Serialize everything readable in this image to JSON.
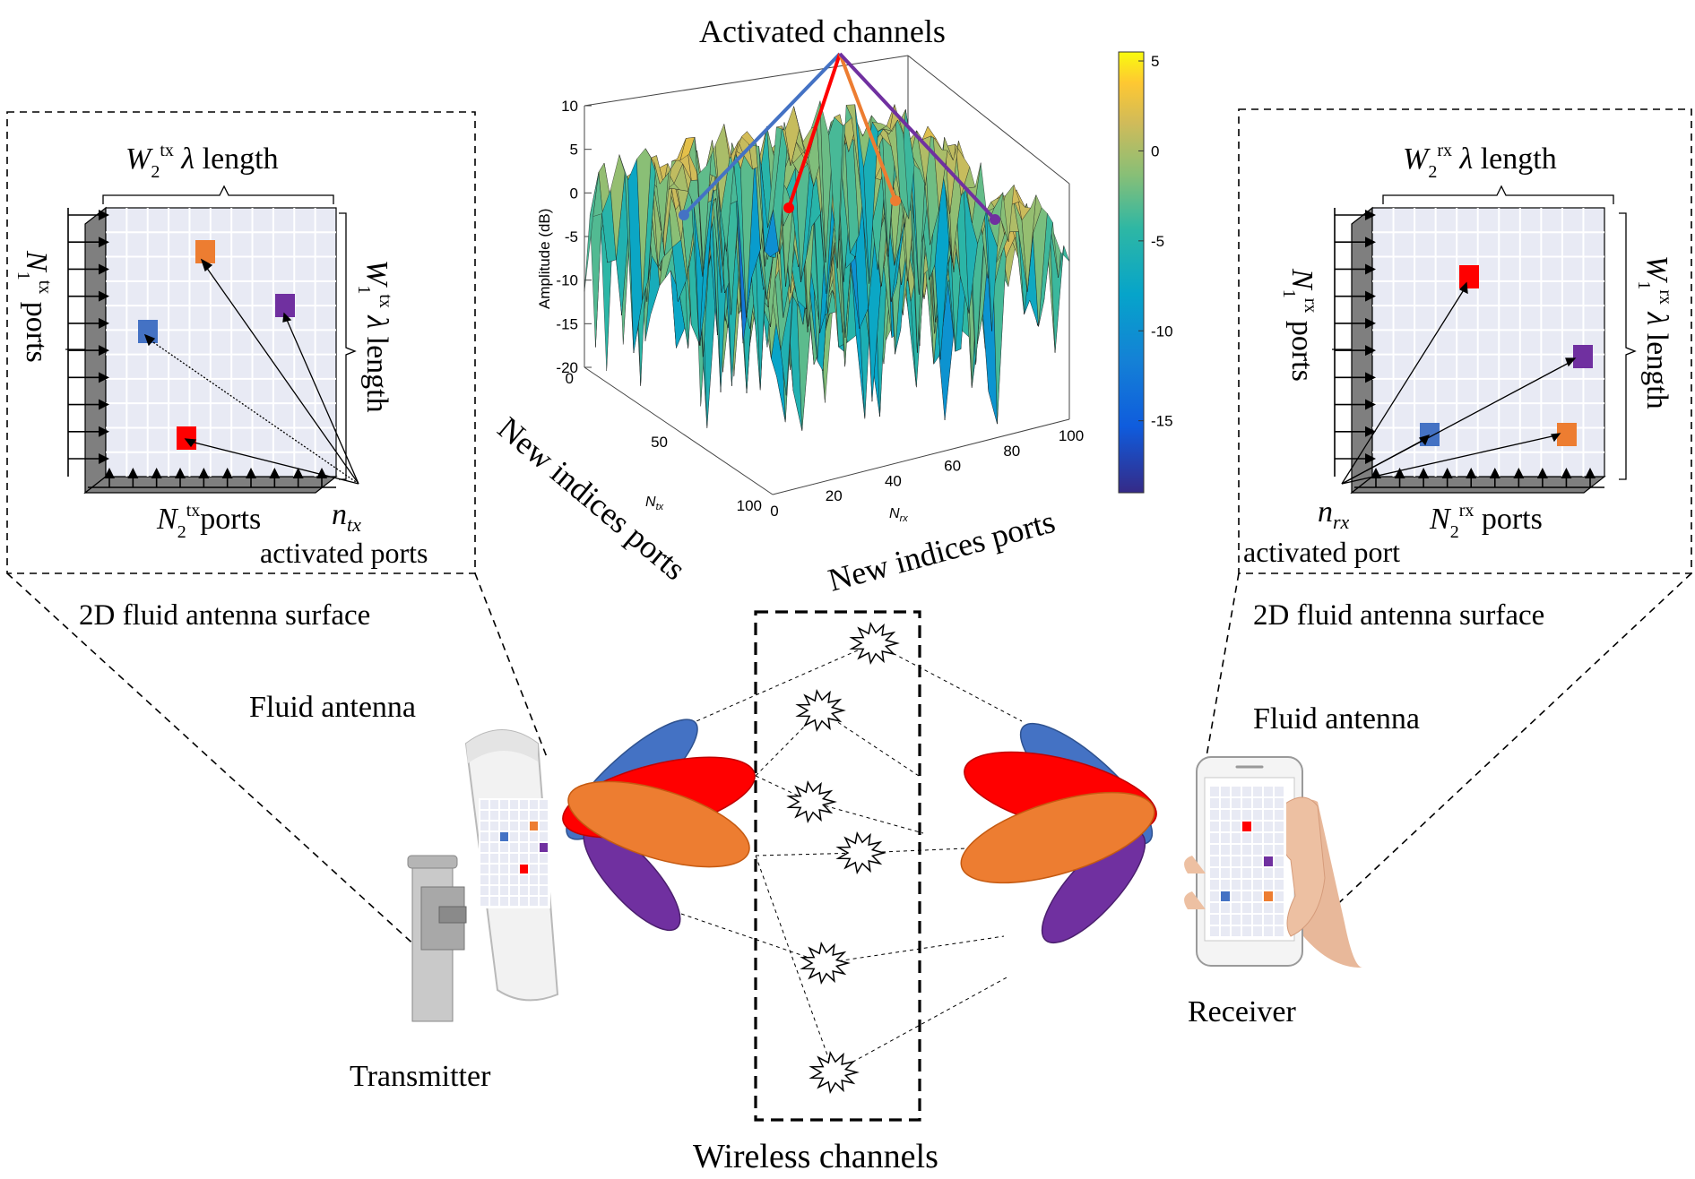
{
  "center_plot": {
    "title": "Activated channels",
    "zlabel": "Amplitude (dB)",
    "z_ticks": [
      "10",
      "5",
      "0",
      "-5",
      "-10",
      "-15",
      "-20"
    ],
    "tx_ticks": [
      "0",
      "50",
      "100"
    ],
    "rx_ticks": [
      "0",
      "20",
      "40",
      "60",
      "80",
      "100"
    ],
    "tx_axis_symbol": "Ntx",
    "rx_axis_symbol": "Nrx",
    "left_axis_caption": "New indices ports",
    "right_axis_caption": "New indices ports",
    "colorbar_ticks": [
      "5",
      "0",
      "-5",
      "-10",
      "-15"
    ],
    "colorbar_range": [
      -19,
      5.5
    ],
    "line_colors": [
      "#4472C4",
      "#FF0000",
      "#ED7D31",
      "#7030A0"
    ]
  },
  "tx_panel": {
    "width_label": "W2tx λ length",
    "height_label": "W1tx λ length",
    "rows_label": "N1tx ports",
    "cols_label": "N2tx ports",
    "active_symbol": "ntx",
    "active_caption": "activated ports",
    "surface_caption": "2D fluid antenna surface"
  },
  "rx_panel": {
    "width_label": "W2rx λ length",
    "height_label": "W1rx λ length",
    "rows_label": "N1rx ports",
    "cols_label": "N2rx ports",
    "active_symbol": "nrx",
    "active_caption": "activated port",
    "surface_caption": "2D fluid antenna surface"
  },
  "transmitter": {
    "fluid_label": "Fluid antenna",
    "caption": "Transmitter"
  },
  "receiver": {
    "fluid_label": "Fluid antenna",
    "caption": "Receiver"
  },
  "channels": {
    "caption": "Wireless channels"
  },
  "colors": {
    "blue": "#4472C4",
    "red": "#FF0000",
    "orange": "#ED7D31",
    "purple": "#7030A0",
    "grid_bg": "#E8EAF4"
  }
}
